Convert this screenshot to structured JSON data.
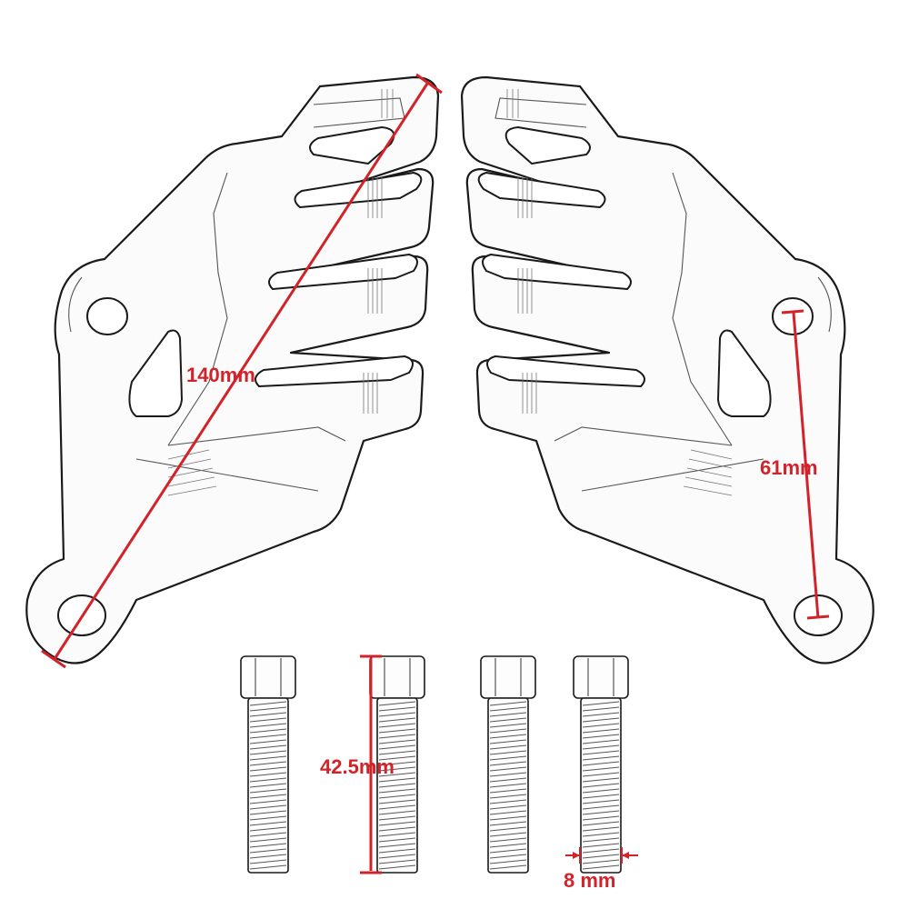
{
  "dimensions": {
    "diagonal_length": "140mm",
    "hole_spacing": "61mm",
    "bolt_length": "42.5mm",
    "bolt_diameter": "8 mm"
  },
  "colors": {
    "dimension_color": "#d2232a",
    "outline_color": "#1a1a1a",
    "background": "#ffffff"
  },
  "parts": {
    "brackets": [
      "left-bracket",
      "right-bracket"
    ],
    "bolt_count": 4
  }
}
